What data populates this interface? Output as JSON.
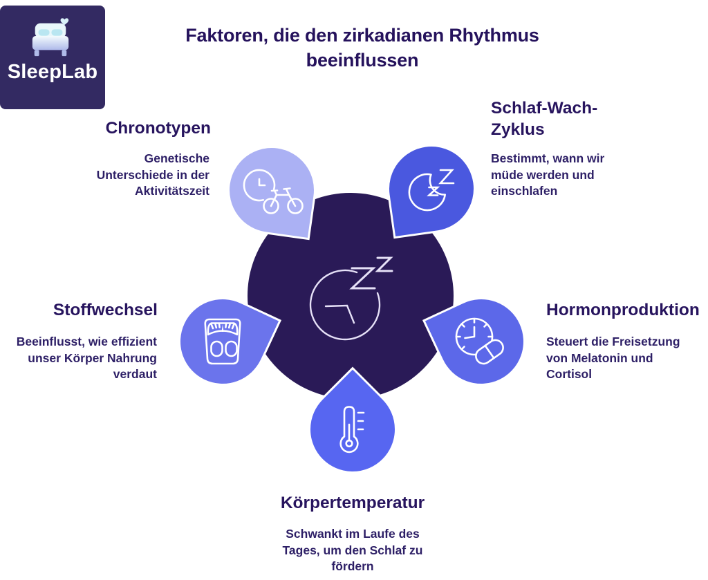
{
  "logo": {
    "name": "SleepLab",
    "icon": "bed-heart-icon"
  },
  "title": "Faktoren, die den zirkadianen Rhythmus\nbeeinflussen",
  "center": {
    "icon": "clock-zzz-icon"
  },
  "colors": {
    "logo_bg": "#332a62",
    "center_bg": "#2a1a57",
    "title": "#25125c",
    "heading": "#27145e",
    "body": "#2d1f66",
    "white": "#ffffff"
  },
  "factors": [
    {
      "id": "chronotypen",
      "heading": "Chronotypen",
      "body": "Genetische\nUnterschiede in der\nAktivitätszeit",
      "color": "#abb1f4",
      "icon": "clock-bicycle-icon"
    },
    {
      "id": "schlaf-wach-zyklus",
      "heading": "Schlaf-Wach-\nZyklus",
      "body": "Bestimmt, wann wir\nmüde werden und\neinschlafen",
      "color": "#4a58df",
      "icon": "moon-zzz-icon"
    },
    {
      "id": "stoffwechsel",
      "heading": "Stoffwechsel",
      "body": "Beeinflusst, wie effizient\nunser Körper Nahrung\nverdaut",
      "color": "#6b74ec",
      "icon": "scale-icon"
    },
    {
      "id": "hormonproduktion",
      "heading": "Hormonproduktion",
      "body": "Steuert die Freisetzung\nvon Melatonin und\nCortisol",
      "color": "#5c68e9",
      "icon": "clock-pill-icon"
    },
    {
      "id": "koerpertemperatur",
      "heading": "Körpertemperatur",
      "body": "Schwankt im Laufe des\nTages, um den Schlaf zu\nfördern",
      "color": "#5766f1",
      "icon": "thermometer-icon"
    }
  ]
}
